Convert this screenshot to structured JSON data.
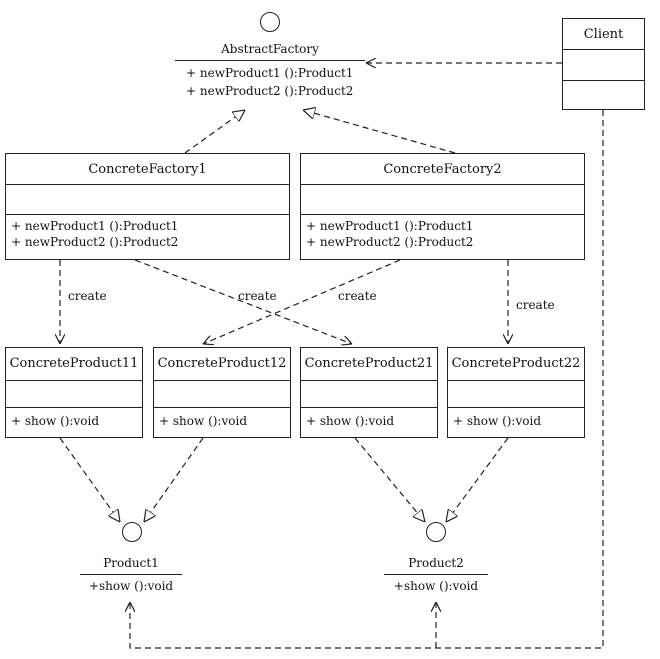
{
  "abstract_factory": {
    "name": "AbstractFactory",
    "methods": [
      "+ newProduct1 ():Product1",
      "+ newProduct2 ():Product2"
    ]
  },
  "client": {
    "name": "Client"
  },
  "concrete_factories": [
    {
      "name": "ConcreteFactory1",
      "methods": [
        "+ newProduct1 ():Product1",
        "+ newProduct2 ():Product2"
      ]
    },
    {
      "name": "ConcreteFactory2",
      "methods": [
        "+ newProduct1 ():Product1",
        "+ newProduct2 ():Product2"
      ]
    }
  ],
  "concrete_products": [
    {
      "name": "ConcreteProduct11",
      "method": "+ show ():void"
    },
    {
      "name": "ConcreteProduct12",
      "method": "+ show ():void"
    },
    {
      "name": "ConcreteProduct21",
      "method": "+ show ():void"
    },
    {
      "name": "ConcreteProduct22",
      "method": "+ show ():void"
    }
  ],
  "products": [
    {
      "name": "Product1",
      "method": "+show ():void"
    },
    {
      "name": "Product2",
      "method": "+show ():void"
    }
  ],
  "create_labels": [
    "create",
    "create",
    "create",
    "create"
  ],
  "colors": {
    "line": "#222222",
    "background": "#ffffff",
    "text": "#111111"
  }
}
